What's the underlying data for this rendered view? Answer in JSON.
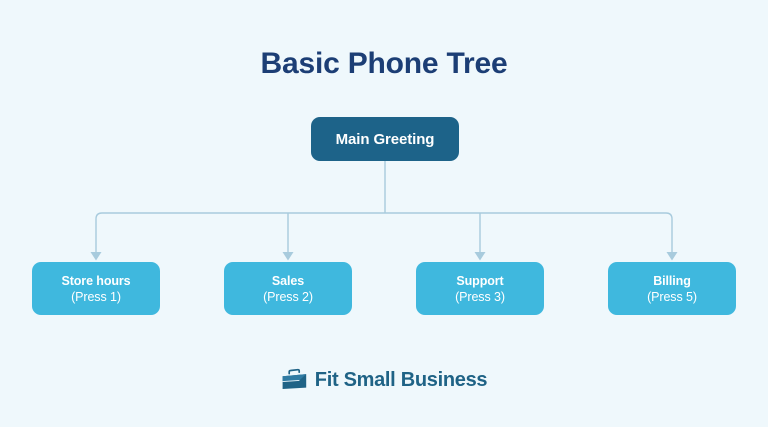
{
  "page": {
    "title": "Basic Phone Tree",
    "background_color": "#eff8fc",
    "title_color": "#1c3e75"
  },
  "diagram": {
    "type": "tree",
    "root": {
      "label": "Main Greeting",
      "color": "#1d6389",
      "text_color": "#ffffff"
    },
    "children": [
      {
        "label": "Store hours",
        "option": "(Press 1)",
        "color": "#3fb8de",
        "text_color": "#ffffff"
      },
      {
        "label": "Sales",
        "option": "(Press 2)",
        "color": "#3fb8de",
        "text_color": "#ffffff"
      },
      {
        "label": "Support",
        "option": "(Press 3)",
        "color": "#3fb8de",
        "text_color": "#ffffff"
      },
      {
        "label": "Billing",
        "option": "(Press 5)",
        "color": "#3fb8de",
        "text_color": "#ffffff"
      }
    ],
    "connector_color": "#a8cbdd"
  },
  "brand": {
    "name": "Fit Small Business",
    "icon": "briefcase-icon",
    "color": "#1f6386"
  }
}
